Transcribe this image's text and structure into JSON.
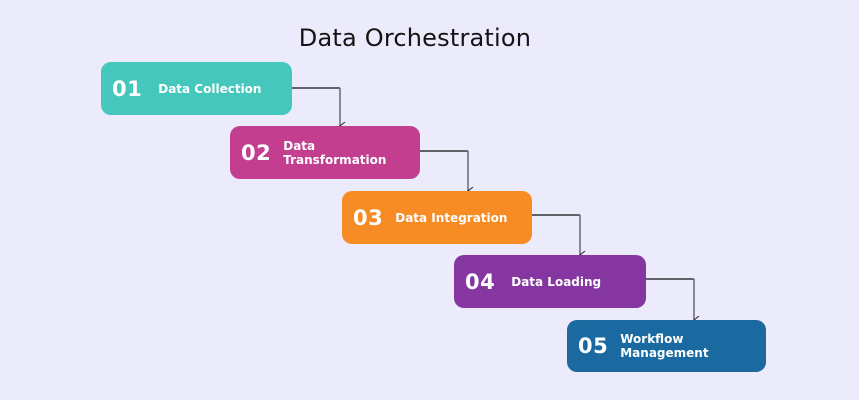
{
  "title": "Data Orchestration",
  "background_color": "#EBEBFC",
  "steps": [
    {
      "number": "01",
      "label": "Data Collection",
      "color": "#45C7BC"
    },
    {
      "number": "02",
      "label": "Data Transformation",
      "color": "#C33E8E"
    },
    {
      "number": "03",
      "label": "Data Integration",
      "color": "#F78B24"
    },
    {
      "number": "04",
      "label": "Data Loading",
      "color": "#8636A1"
    },
    {
      "number": "05",
      "label": "Workflow Management",
      "color": "#1A69A1"
    }
  ],
  "connectors": [
    {
      "from": "01",
      "to": "02"
    },
    {
      "from": "02",
      "to": "03"
    },
    {
      "from": "03",
      "to": "04"
    },
    {
      "from": "04",
      "to": "05"
    }
  ]
}
